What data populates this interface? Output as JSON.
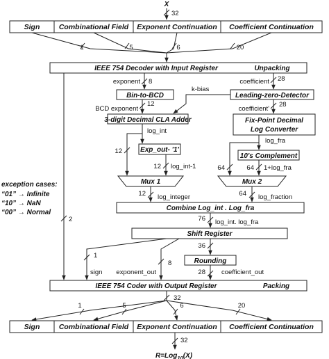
{
  "input": {
    "symbol": "X",
    "width": "32",
    "fields": [
      "Sign",
      "Combinational Field",
      "Exponent Continuation",
      "Coefficient Continuation"
    ],
    "field_widths": [
      "1",
      "5",
      "6",
      "20"
    ]
  },
  "blocks": {
    "decoder": "IEEE 754 Decoder with Input Register",
    "unpacking": "Unpacking",
    "bin_to_bcd": "Bin-to-BCD",
    "lzd": "Leading-zero-Detector",
    "adder": "3-digit Decimal CLA Adder",
    "fixlog_1": "Fix-Point Decimal",
    "fixlog_2": "Log Converter",
    "exp_out": "Exp_out- '1'",
    "tens": "10's Complement",
    "mux1": "Mux 1",
    "mux2": "Mux 2",
    "combine": "Combine Log_int . Log_fra",
    "shift": "Shift Register",
    "rounding": "Rounding",
    "coder": "IEEE 754 Coder with Output Register",
    "packing": "Packing"
  },
  "signals": {
    "exponent": "exponent",
    "exponent_w": "8",
    "coefficient": "coefficient",
    "coefficient_w": "28",
    "k_bias": "k-bias",
    "bcd_exponent": "BCD exponent",
    "bcd_w": "12",
    "coefficient_p": "coefficient'",
    "coefficient_p_w": "28",
    "log_int": "log_int",
    "log_int_w": "12",
    "log_int_1": "log_int-1",
    "log_int_1_w": "12",
    "log_fra": "log_fra",
    "fra_w": "64",
    "one_plus": "1+log_fra",
    "log_integer": "log_integer",
    "log_integer_w": "12",
    "log_fraction": "log_fraction",
    "log_fraction_w": "64",
    "combined": "log_int. log_fra",
    "combined_w": "76",
    "rnd_w": "36",
    "sign": "sign",
    "sign_w": "1",
    "exponent_out": "exponent_out",
    "exponent_out_w": "8",
    "coefficient_out": "coefficient_out",
    "coefficient_out_w": "28",
    "exc_w": "2",
    "out_w": "32"
  },
  "exception": {
    "title": "exception cases:",
    "cases": [
      "“01” → Infinite",
      "“10” → NaN",
      "“00” → Normal"
    ]
  },
  "output": {
    "fields": [
      "Sign",
      "Combinational Field",
      "Exponent Continuation",
      "Coefficient Continuation"
    ],
    "field_widths": [
      "1",
      "5",
      "6",
      "20"
    ],
    "result_prefix": "R=Log",
    "result_sub": "10",
    "result_suffix": "(X)"
  }
}
